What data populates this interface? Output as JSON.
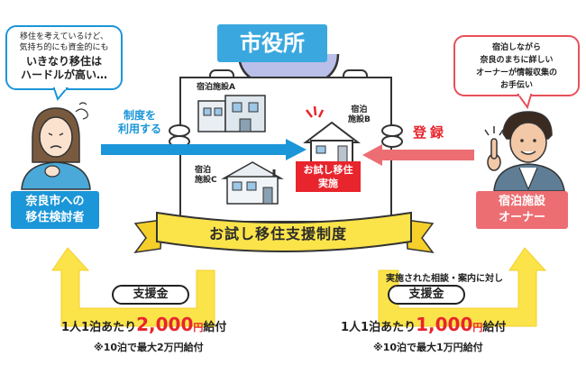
{
  "colors": {
    "blue": "#1b96d8",
    "red": "#e8242c",
    "pink": "#ec6e72",
    "yellow": "#fbe34a",
    "yellow_dark": "#f5cf2a",
    "sign_blue": "#3aa8df"
  },
  "city_hall": {
    "label": "市役所"
  },
  "left_bubble": {
    "line1": "移住を考えているけど、",
    "line2": "気持ち的にも資金的にも",
    "line3": "いきなり移住は",
    "line4": "ハードルが高い…"
  },
  "right_bubble": {
    "line1": "宿泊しながら",
    "line2": "奈良のまちに詳しい",
    "line3": "オーナーが情報収集の",
    "line4": "お手伝い"
  },
  "left_person": {
    "label_line1": "奈良市への",
    "label_line2": "移住検討者",
    "icon": "worried-woman-icon"
  },
  "right_person": {
    "label_line1": "宿泊施設",
    "label_line2": "オーナー",
    "icon": "thinking-man-icon"
  },
  "blue_arrow": {
    "label_line1": "制度を",
    "label_line2": "利用する"
  },
  "red_arrow": {
    "label": "登録"
  },
  "facilities": {
    "a": {
      "label": "宿泊施設A"
    },
    "b": {
      "label_line1": "宿泊",
      "label_line2": "施設B"
    },
    "c": {
      "label_line1": "宿泊",
      "label_line2": "施設C"
    }
  },
  "trial": {
    "line1": "お試し移住",
    "line2": "実施"
  },
  "banner": {
    "label": "お試し移住支援制度"
  },
  "left_support": {
    "pill": "支援金",
    "prefix": "1人1泊あたり",
    "amount": "2,000",
    "unit": "円",
    "suffix": "給付",
    "note": "※10泊で最大2万円給付"
  },
  "right_support": {
    "caption": "実施された相談・案内に対し",
    "pill": "支援金",
    "prefix": "1人1泊あたり",
    "amount": "1,000",
    "unit": "円",
    "suffix": "給付",
    "note": "※10泊で最大1万円給付"
  }
}
